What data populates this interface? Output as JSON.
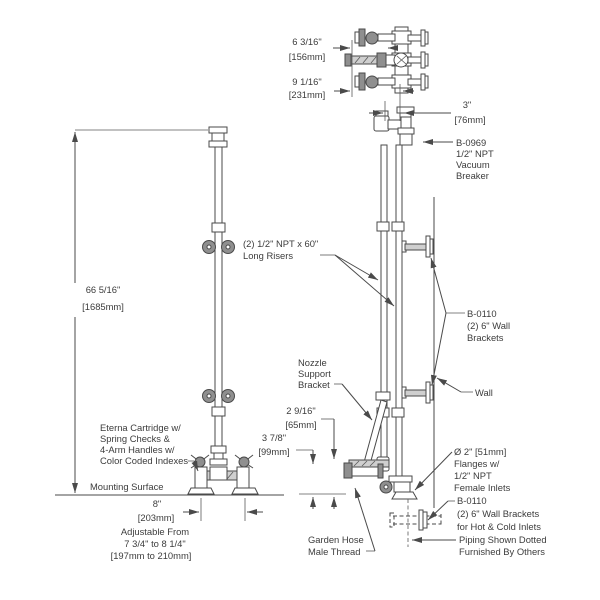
{
  "canvas": {
    "background": "#ffffff",
    "line_color": "#4a4a4a",
    "text_color": "#3c3c3c"
  },
  "dimensions": {
    "spout_upper": {
      "inches": "6 3/16\"",
      "metric": "[156mm]"
    },
    "spout_lower": {
      "inches": "9 1/16\"",
      "metric": "[231mm]"
    },
    "wall_spacing": {
      "inches": "3\"",
      "metric": "[76mm]"
    },
    "overall_height": {
      "inches": "66 5/16\"",
      "metric": "[1685mm]"
    },
    "nozzle_upper": {
      "inches": "2 9/16\"",
      "metric": "[65mm]"
    },
    "nozzle_lower": {
      "inches": "3 7/8\"",
      "metric": "[99mm]"
    },
    "inlet_centers": {
      "inches": "8\"",
      "metric": "[203mm]",
      "note_line1": "Adjustable From",
      "note_line2": "7 3/4\" to 8 1/4\"",
      "note_line3": "[197mm to 210mm]"
    }
  },
  "callouts": {
    "vacuum_breaker": {
      "line1": "B-0969",
      "line2": "1/2\" NPT",
      "line3": "Vacuum",
      "line4": "Breaker"
    },
    "risers": {
      "line1": "(2) 1/2\" NPT x 60\"",
      "line2": "Long Risers"
    },
    "wall_brackets_upper": {
      "line1": "B-0110",
      "line2": "(2) 6\" Wall",
      "line3": "Brackets"
    },
    "wall": {
      "line1": "Wall"
    },
    "nozzle_bracket": {
      "line1": "Nozzle",
      "line2": "Support",
      "line3": "Bracket"
    },
    "cartridge": {
      "line1": "Eterna Cartridge w/",
      "line2": "Spring Checks &",
      "line3": "4-Arm Handles w/",
      "line4": "Color Coded Indexes"
    },
    "mounting_surface": {
      "line1": "Mounting Surface"
    },
    "inlet_flanges": {
      "line1": "Ø 2\" [51mm]",
      "line2": "Flanges w/",
      "line3": "1/2\" NPT",
      "line4": "Female Inlets"
    },
    "wall_brackets_lower": {
      "line1": "B-0110",
      "line2": "(2) 6\" Wall Brackets",
      "line3": "for Hot & Cold Inlets"
    },
    "garden_hose": {
      "line1": "Garden Hose",
      "line2": "Male Thread"
    },
    "piping_note": {
      "line1": "Piping Shown Dotted",
      "line2": "Furnished By Others"
    }
  }
}
